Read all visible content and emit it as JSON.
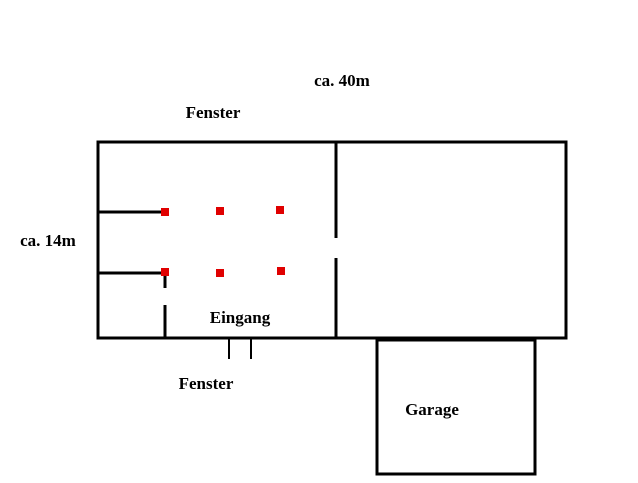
{
  "labels": {
    "width": "ca. 40m",
    "top_window": "Fenster",
    "height": "ca. 14m",
    "entrance": "Eingang",
    "bottom_window": "Fenster",
    "garage": "Garage"
  },
  "colors": {
    "wall": "#000000",
    "marker": "#e00000"
  }
}
